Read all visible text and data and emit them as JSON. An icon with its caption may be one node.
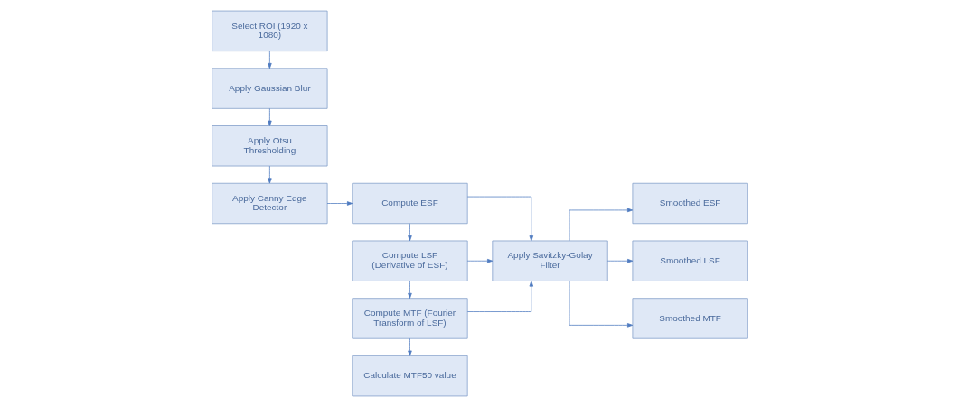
{
  "diagram": {
    "nodes": [
      {
        "text": [
          "Select ROI (1920 x 1080)"
        ]
      },
      {
        "text": [
          "Apply Gaussian Blur"
        ]
      },
      {
        "text": [
          "Apply Otsu Thresholding"
        ]
      },
      {
        "text": [
          "Apply Canny Edge Detector"
        ]
      },
      {
        "text": [
          "Compute ESF"
        ]
      },
      {
        "text": [
          "Compute LSF (Derivative of ESF)"
        ]
      },
      {
        "text": [
          "Compute MTF (Fourier Transform of LSF)"
        ]
      },
      {
        "text": [
          "Calculate MTF50 value"
        ]
      },
      {
        "text": [
          "Apply Savitzky-Golay Filter"
        ]
      },
      {
        "text": [
          "Smoothed ESF"
        ]
      },
      {
        "text": [
          "Smoothed LSF"
        ]
      },
      {
        "text": [
          "Smoothed MTF"
        ]
      }
    ],
    "edges": [
      {
        "from": 0,
        "to": 1,
        "arrow": "to"
      },
      {
        "from": 1,
        "to": 2,
        "arrow": "to"
      },
      {
        "from": 2,
        "to": 3,
        "arrow": "to"
      },
      {
        "from": 3,
        "to": 4,
        "arrow": "to"
      },
      {
        "from": 4,
        "to": 5,
        "arrow": "to"
      },
      {
        "from": 5,
        "to": 6,
        "arrow": "to"
      },
      {
        "from": 6,
        "to": 7,
        "arrow": "to"
      },
      {
        "from": 4,
        "to": 8,
        "arrow": "to"
      },
      {
        "from": 5,
        "to": 8,
        "arrow": "to"
      },
      {
        "from": 6,
        "to": 8,
        "arrow": "to"
      },
      {
        "from": 8,
        "to": 9,
        "arrow": "to"
      },
      {
        "from": 8,
        "to": 10,
        "arrow": "to"
      },
      {
        "from": 8,
        "to": 11,
        "arrow": "to"
      }
    ]
  }
}
